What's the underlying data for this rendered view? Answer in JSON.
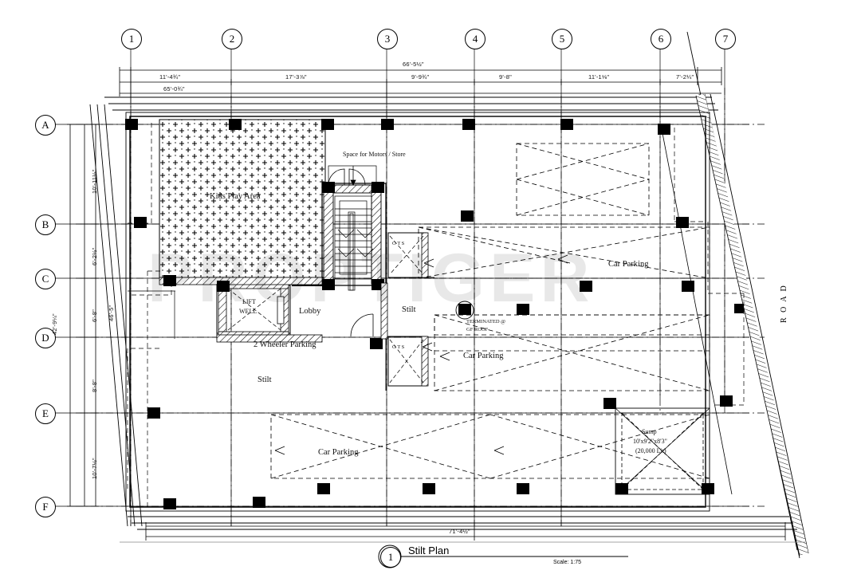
{
  "drawing": {
    "title": "Stilt Plan",
    "sheet_number": "1",
    "scale": "Scale: 1:75",
    "watermark": "PROPTIGER"
  },
  "grid": {
    "columns": [
      "1",
      "2",
      "3",
      "4",
      "5",
      "6",
      "7"
    ],
    "rows": [
      "A",
      "B",
      "C",
      "D",
      "E",
      "F"
    ]
  },
  "dimensions": {
    "top_overall": "66'-5½\"",
    "top_secondary": "65'-0¾\"",
    "top_chain": [
      "11'-4¾\"",
      "17'-3⅞\"",
      "9'-9¾\"",
      "9'-8\"",
      "11'-1⅛\"",
      "7'-2¼\""
    ],
    "left_overall": "42'-9¼\"",
    "left_slant": "46'-5\"",
    "left_chain": [
      "10'-11½\"",
      "6'-2½\"",
      "6'-8\"",
      "8'-8\"",
      "10'-7½\""
    ],
    "bottom_overall": "71'-4½\""
  },
  "rooms": [
    {
      "name": "Kids Play Area",
      "label": "Kids Play Area"
    },
    {
      "name": "Space for Motors / Store",
      "label": "Space for Motors / Store"
    },
    {
      "name": "Lift Well",
      "label_line1": "LIFT",
      "label_line2": "WELL"
    },
    {
      "name": "Lobby",
      "label": "Lobby"
    },
    {
      "name": "Stilt",
      "label": "Stilt"
    },
    {
      "name": "2 Wheeler Parking",
      "label": "2 Wheeler Parking"
    }
  ],
  "labels": {
    "kids_play_area": "Kids Play Area",
    "space_for_motors": "Space for Motors / Store",
    "lift_well_1": "LIFT",
    "lift_well_2": "WELL",
    "lobby": "Lobby",
    "stilt_mid": "Stilt",
    "stilt_lower": "Stilt",
    "two_wheeler_parking": "2 Wheeler Parking",
    "car_parking_right_top": "Car Parking",
    "car_parking_mid": "Car Parking",
    "car_parking_bottom": "Car Parking",
    "ots_upper": "O T S",
    "ots_lower": "O T S",
    "terminated_1": "TERMINATED @",
    "terminated_2": "GF ROOF",
    "sump_name": "Sump",
    "sump_dims": "10'x9'2\"x8'3\"",
    "sump_capacity": "(20,000 Lit)",
    "road": "R O A D"
  },
  "colors": {
    "ink": "#000000",
    "paper": "#ffffff",
    "watermark": "#000000"
  }
}
